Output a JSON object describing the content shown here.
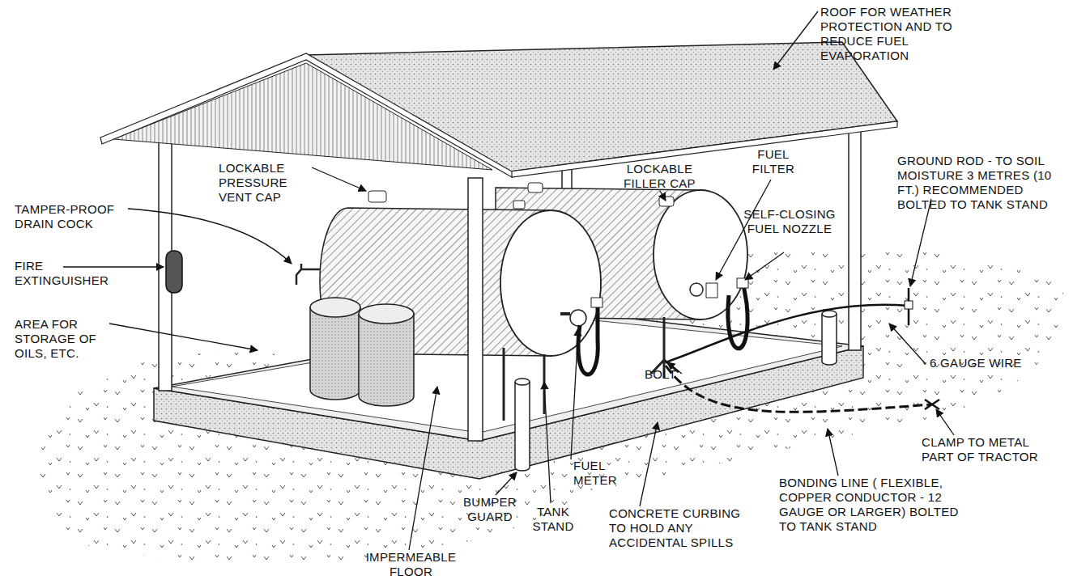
{
  "diagram": {
    "labels": [
      "ROOF FOR WEATHER PROTECTION AND TO REDUCE FUEL EVAPORATION",
      "LOCKABLE PRESSURE VENT CAP",
      "TAMPER-PROOF DRAIN COCK",
      "FIRE EXTINGUISHER",
      "AREA FOR STORAGE OF OILS, ETC.",
      "LOCKABLE FILLER CAP",
      "FUEL FILTER",
      "SELF-CLOSING FUEL NOZZLE",
      "GROUND ROD - TO SOIL MOISTURE 3 METRES (10 FT.) RECOMMENDED BOLTED TO TANK STAND",
      "BOLT",
      "6 GAUGE WIRE",
      "FUEL METER",
      "CLAMP TO METAL PART OF TRACTOR",
      "BUMPER GUARD",
      "TANK STAND",
      "CONCRETE CURBING TO HOLD ANY ACCIDENTAL SPILLS",
      "BONDING LINE ( FLEXIBLE, COPPER CONDUCTOR - 12 GAUGE OR LARGER) BOLTED TO TANK STAND",
      "IMPERMEABLE FLOOR"
    ]
  }
}
